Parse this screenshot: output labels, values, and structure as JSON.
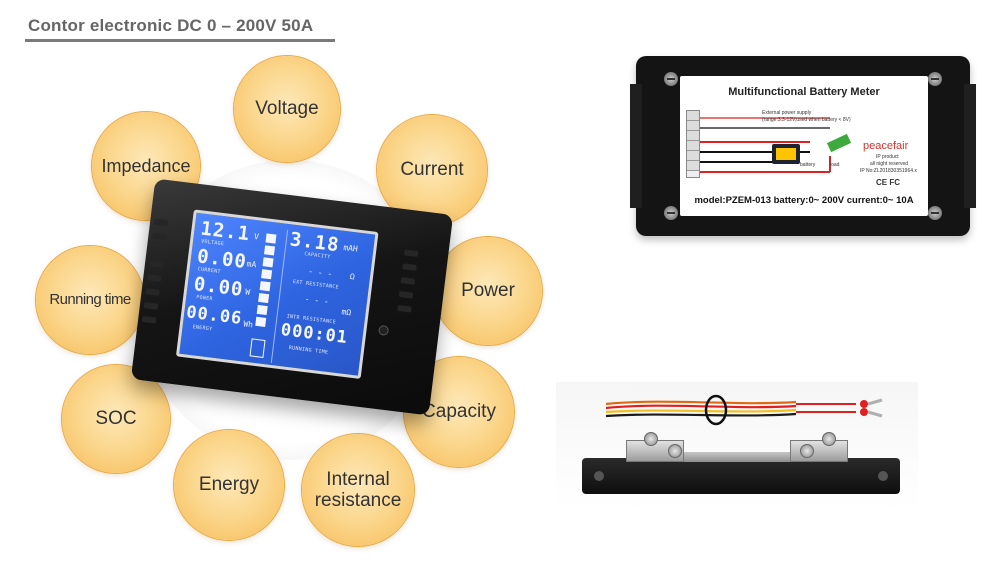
{
  "header": {
    "title": "Contor electronic DC 0 – 200V 50A"
  },
  "features": [
    {
      "id": "voltage",
      "lines": [
        "Voltage"
      ]
    },
    {
      "id": "current",
      "lines": [
        "Current"
      ]
    },
    {
      "id": "power",
      "lines": [
        "Power"
      ]
    },
    {
      "id": "capacity",
      "lines": [
        "Capacity"
      ]
    },
    {
      "id": "internal-resistance",
      "lines": [
        "Internal",
        "resistance"
      ]
    },
    {
      "id": "energy",
      "lines": [
        "Energy"
      ]
    },
    {
      "id": "soc",
      "lines": [
        "SOC"
      ]
    },
    {
      "id": "running-time",
      "lines": [
        "Running time"
      ]
    },
    {
      "id": "impedance",
      "lines": [
        "Impedance"
      ]
    }
  ],
  "meter_display": {
    "voltage_value": "12.1",
    "voltage_label": "VOLTAGE",
    "voltage_unit": "V",
    "current_value": "0.00",
    "current_label": "CURRENT",
    "current_unit": "mA",
    "power_value": "0.00",
    "power_label": "POWER",
    "power_unit": "W",
    "energy_value": "00.06",
    "energy_label": "ENERGY",
    "energy_unit": "Wh",
    "capacity_value": "3.18",
    "capacity_label": "CAPACITY",
    "capacity_unit": "mAH",
    "ext_res_value": "- - -",
    "ext_res_label": "EXT RESISTANCE",
    "ext_res_unit": "Ω",
    "intr_res_value": "- - -",
    "intr_res_label": "INTR RESISTANCE",
    "intr_res_unit": "mΩ",
    "time_value": "000:01",
    "time_label": "RUNNING TIME"
  },
  "back_label": {
    "title": "Multifunctional Battery Meter",
    "supply_line1": "External power supply",
    "supply_line2": "(range:3.3-12V,used when battery < 8V)",
    "battery": "battery",
    "load": "load",
    "brand": "peacefair",
    "brand_sub1": "IP product",
    "brand_sub2": "all night reserved",
    "patent": "IP No:ZL201830351964.x",
    "cert": "CE FC",
    "model": "model:PZEM-013 battery:0~ 200V current:0~ 10A"
  },
  "colors": {
    "bubble": "#fbd78e",
    "bubble_edge": "#f6bb55",
    "lcd": "#2e64e0",
    "title": "#666666"
  }
}
